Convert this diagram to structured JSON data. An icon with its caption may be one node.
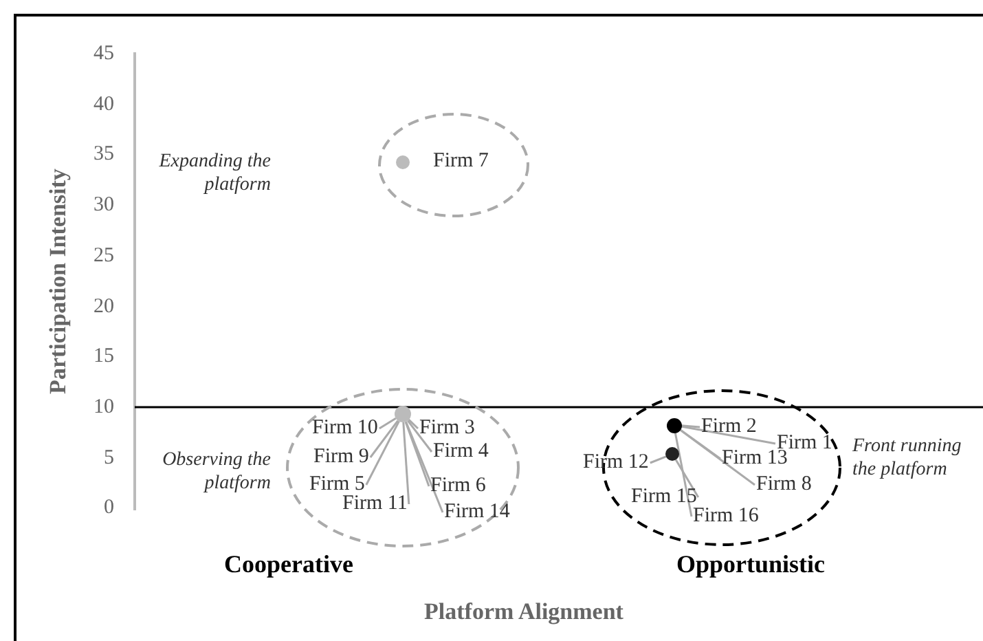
{
  "diagram": {
    "nodes": [
      {
        "text": [],
        "shape": "ellipse"
      },
      {
        "text": [],
        "shape": "circle",
        "in": 0,
        "beside": [
          "Firm 7"
        ]
      },
      {
        "text": [],
        "shape": "ellipse"
      },
      {
        "text": [],
        "shape": "circle",
        "in": 2
      },
      {
        "text": [
          "Firm 10"
        ],
        "in": 2
      },
      {
        "text": [
          "Firm 3"
        ],
        "in": 2
      },
      {
        "text": [
          "Firm 9"
        ],
        "in": 2
      },
      {
        "text": [
          "Firm 4"
        ],
        "in": 2
      },
      {
        "text": [
          "Firm 5"
        ],
        "in": 2
      },
      {
        "text": [
          "Firm 6"
        ],
        "in": 2
      },
      {
        "text": [
          "Firm 11"
        ],
        "in": 2
      },
      {
        "text": [
          "Firm 14"
        ],
        "in": 2
      },
      {
        "text": [],
        "shape": "ellipse"
      },
      {
        "text": [],
        "shape": "circle",
        "in": 12
      },
      {
        "text": [],
        "shape": "circle",
        "in": 12
      },
      {
        "text": [
          "Firm 2"
        ],
        "in": 12
      },
      {
        "text": [
          "Firm 1"
        ],
        "in": 12
      },
      {
        "text": [
          "Firm 12"
        ],
        "in": 12
      },
      {
        "text": [
          "Firm 13"
        ],
        "in": 12
      },
      {
        "text": [
          "Firm 8"
        ],
        "in": 12
      },
      {
        "text": [
          "Firm 15"
        ],
        "in": 12
      },
      {
        "text": [
          "Firm 16"
        ],
        "in": 12
      }
    ],
    "edges": [
      {
        "from": 4,
        "to": 3,
        "arrow": "none"
      },
      {
        "from": 5,
        "to": 3,
        "arrow": "none"
      },
      {
        "from": 6,
        "to": 3,
        "arrow": "none"
      },
      {
        "from": 7,
        "to": 3,
        "arrow": "none"
      },
      {
        "from": 8,
        "to": 3,
        "arrow": "none"
      },
      {
        "from": 9,
        "to": 3,
        "arrow": "none"
      },
      {
        "from": 10,
        "to": 3,
        "arrow": "none"
      },
      {
        "from": 11,
        "to": 3,
        "arrow": "none"
      },
      {
        "from": 15,
        "to": 13,
        "arrow": "none"
      },
      {
        "from": 16,
        "to": 13,
        "arrow": "none"
      },
      {
        "from": 17,
        "to": 14,
        "arrow": "none"
      },
      {
        "from": 18,
        "to": 13,
        "arrow": "none"
      },
      {
        "from": 19,
        "to": 13,
        "arrow": "none"
      },
      {
        "from": 20,
        "to": 14,
        "arrow": "none"
      },
      {
        "from": 21,
        "to": 13,
        "arrow": "none"
      }
    ],
    "labels": [
      "Participation Intensity",
      "45",
      "40",
      "35",
      "30",
      "25",
      "20",
      "15",
      "10",
      "5",
      "0",
      "Expanding the platform",
      "Observing the platform",
      "Front running the platform",
      "Cooperative",
      "Opportunistic",
      "Platform Alignment"
    ]
  }
}
